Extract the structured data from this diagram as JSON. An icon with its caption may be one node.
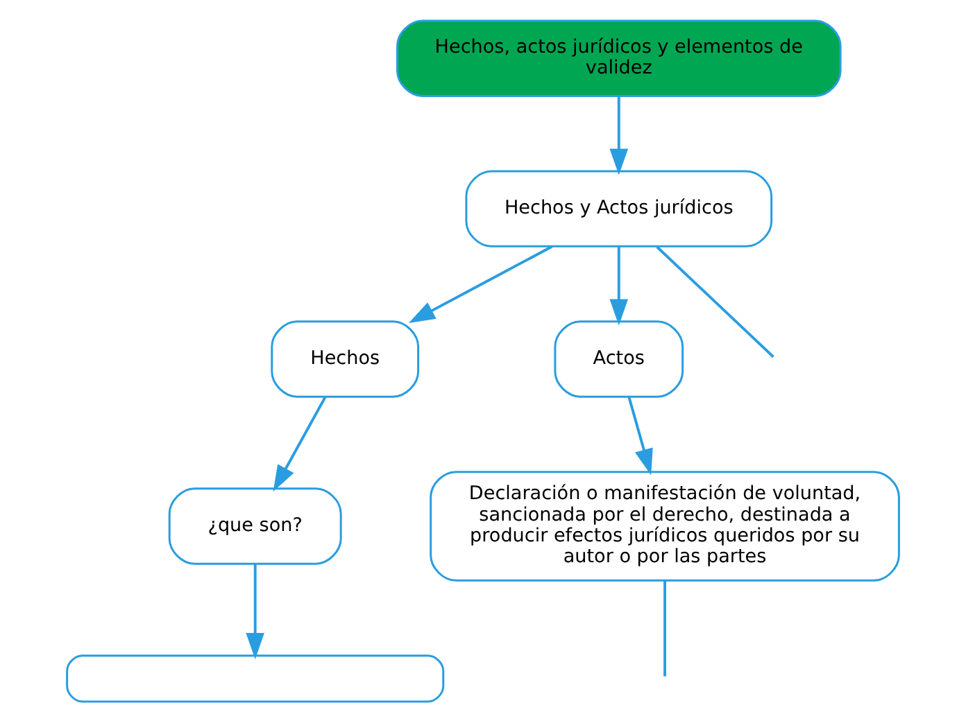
{
  "diagram": {
    "nodes": [
      {
        "text": [
          "Hechos, actos jurídicos y elementos de validez"
        ]
      },
      {
        "text": [
          "Hechos y Actos jurídicos"
        ]
      },
      {
        "text": [
          "Hechos"
        ]
      },
      {
        "text": [
          "Actos"
        ]
      },
      {
        "text": [
          "¿que son?"
        ]
      },
      {
        "text": [
          "Declaración o manifestación de voluntad, sancionada por el derecho, destinada a producir efectos jurídicos queridos por su autor o por las partes"
        ]
      },
      {
        "text": [],
        "shape": "box"
      }
    ],
    "edges": [
      {
        "from": 0,
        "to": 1,
        "arrow": "to"
      },
      {
        "from": 1,
        "to": 2,
        "arrow": "to"
      },
      {
        "from": 1,
        "to": 3,
        "arrow": "to"
      },
      {
        "from": 1,
        "to": null,
        "arrow": "none"
      },
      {
        "from": 2,
        "to": 4,
        "arrow": "to"
      },
      {
        "from": 3,
        "to": 5,
        "arrow": "to"
      },
      {
        "from": 4,
        "to": 6,
        "arrow": "to"
      },
      {
        "from": 5,
        "to": null,
        "arrow": "none"
      }
    ]
  }
}
